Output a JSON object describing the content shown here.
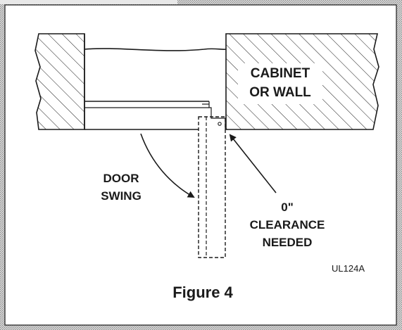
{
  "labels": {
    "cabinet_line1": "CABINET",
    "cabinet_line2": "OR WALL",
    "door_swing_line1": "DOOR",
    "door_swing_line2": "SWING",
    "clearance_line1": "0\"",
    "clearance_line2": "CLEARANCE",
    "clearance_line3": "NEEDED",
    "part_code": "UL124A",
    "caption": "Figure 4"
  },
  "colors": {
    "line": "#1a1a1a",
    "frame_outer": "#6e6e6e",
    "frame_inner": "#d2d2d2",
    "background": "#ffffff"
  }
}
